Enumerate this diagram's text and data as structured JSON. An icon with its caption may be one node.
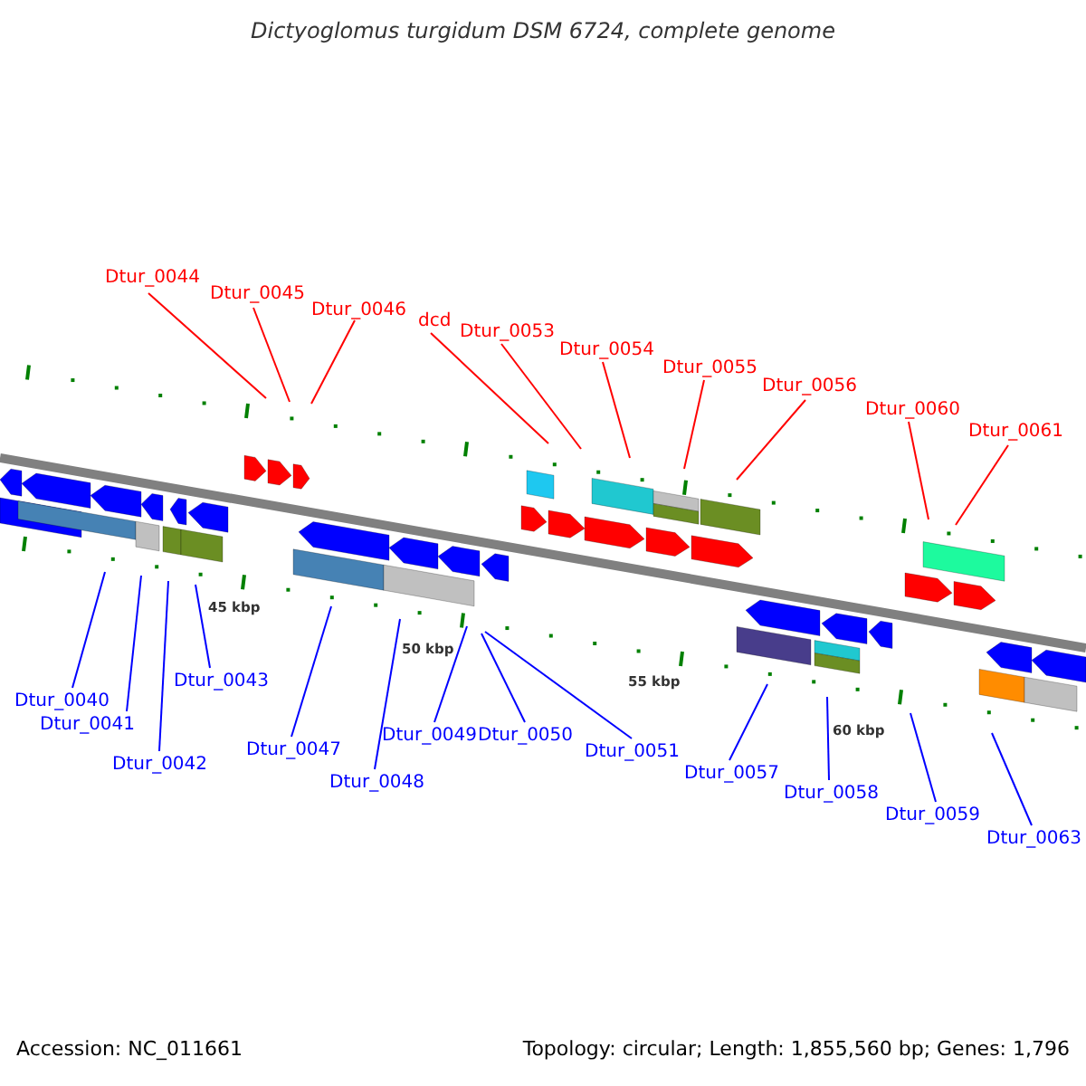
{
  "diagram": {
    "title": "Dictyoglomus turgidum DSM 6724, complete genome",
    "nodes": [
      {
        "text": [
          "Dtur_0044"
        ]
      },
      {
        "text": [
          "Dtur_0045"
        ]
      },
      {
        "text": [
          "Dtur_0046"
        ]
      },
      {
        "text": [
          "dcd"
        ]
      },
      {
        "text": [
          "Dtur_0053"
        ]
      },
      {
        "text": [
          "Dtur_0054"
        ]
      },
      {
        "text": [
          "Dtur_0055"
        ]
      },
      {
        "text": [
          "Dtur_0056"
        ]
      },
      {
        "text": [
          "Dtur_0060"
        ]
      },
      {
        "text": [
          "Dtur_0061"
        ]
      },
      {
        "text": [
          "Dtur_0040"
        ]
      },
      {
        "text": [
          "Dtur_0041"
        ]
      },
      {
        "text": [
          "Dtur_0042"
        ]
      },
      {
        "text": [
          "Dtur_0043"
        ]
      },
      {
        "text": [
          "Dtur_0047"
        ]
      },
      {
        "text": [
          "Dtur_0048"
        ]
      },
      {
        "text": [
          "Dtur_0049"
        ]
      },
      {
        "text": [
          "Dtur_0050"
        ]
      },
      {
        "text": [
          "Dtur_0051"
        ]
      },
      {
        "text": [
          "Dtur_0057"
        ]
      },
      {
        "text": [
          "Dtur_0058"
        ]
      },
      {
        "text": [
          "Dtur_0059"
        ]
      },
      {
        "text": [
          "Dtur_0063"
        ]
      }
    ],
    "edges": [
      {
        "from": 0,
        "to": null,
        "arrow": "none",
        "color": "#ff0000"
      },
      {
        "from": 1,
        "to": null,
        "arrow": "none",
        "color": "#ff0000"
      },
      {
        "from": 2,
        "to": null,
        "arrow": "none",
        "color": "#ff0000"
      },
      {
        "from": 3,
        "to": null,
        "arrow": "none",
        "color": "#ff0000"
      },
      {
        "from": 4,
        "to": null,
        "arrow": "none",
        "color": "#ff0000"
      },
      {
        "from": 5,
        "to": null,
        "arrow": "none",
        "color": "#ff0000"
      },
      {
        "from": 6,
        "to": null,
        "arrow": "none",
        "color": "#ff0000"
      },
      {
        "from": 7,
        "to": null,
        "arrow": "none",
        "color": "#ff0000"
      },
      {
        "from": 8,
        "to": null,
        "arrow": "none",
        "color": "#ff0000"
      },
      {
        "from": 9,
        "to": null,
        "arrow": "none",
        "color": "#ff0000"
      },
      {
        "from": 10,
        "to": null,
        "arrow": "none"
      },
      {
        "from": 11,
        "to": null,
        "arrow": "none"
      },
      {
        "from": 12,
        "to": null,
        "arrow": "none"
      },
      {
        "from": 13,
        "to": null,
        "arrow": "none"
      },
      {
        "from": 14,
        "to": null,
        "arrow": "none"
      },
      {
        "from": 15,
        "to": null,
        "arrow": "none"
      },
      {
        "from": 16,
        "to": null,
        "arrow": "none"
      },
      {
        "from": 17,
        "to": null,
        "arrow": "none"
      },
      {
        "from": 18,
        "to": null,
        "arrow": "none"
      },
      {
        "from": 19,
        "to": null,
        "arrow": "none"
      },
      {
        "from": 20,
        "to": null,
        "arrow": "none"
      },
      {
        "from": 21,
        "to": null,
        "arrow": "none"
      },
      {
        "from": 22,
        "to": null,
        "arrow": "none"
      }
    ],
    "labels": [
      "45 kbp",
      "50 kbp",
      "55 kbp",
      "60 kbp",
      "Accession: NC_011661",
      "Topology: circular; Length: 1,855,560 bp; Genes: 1,796"
    ]
  }
}
